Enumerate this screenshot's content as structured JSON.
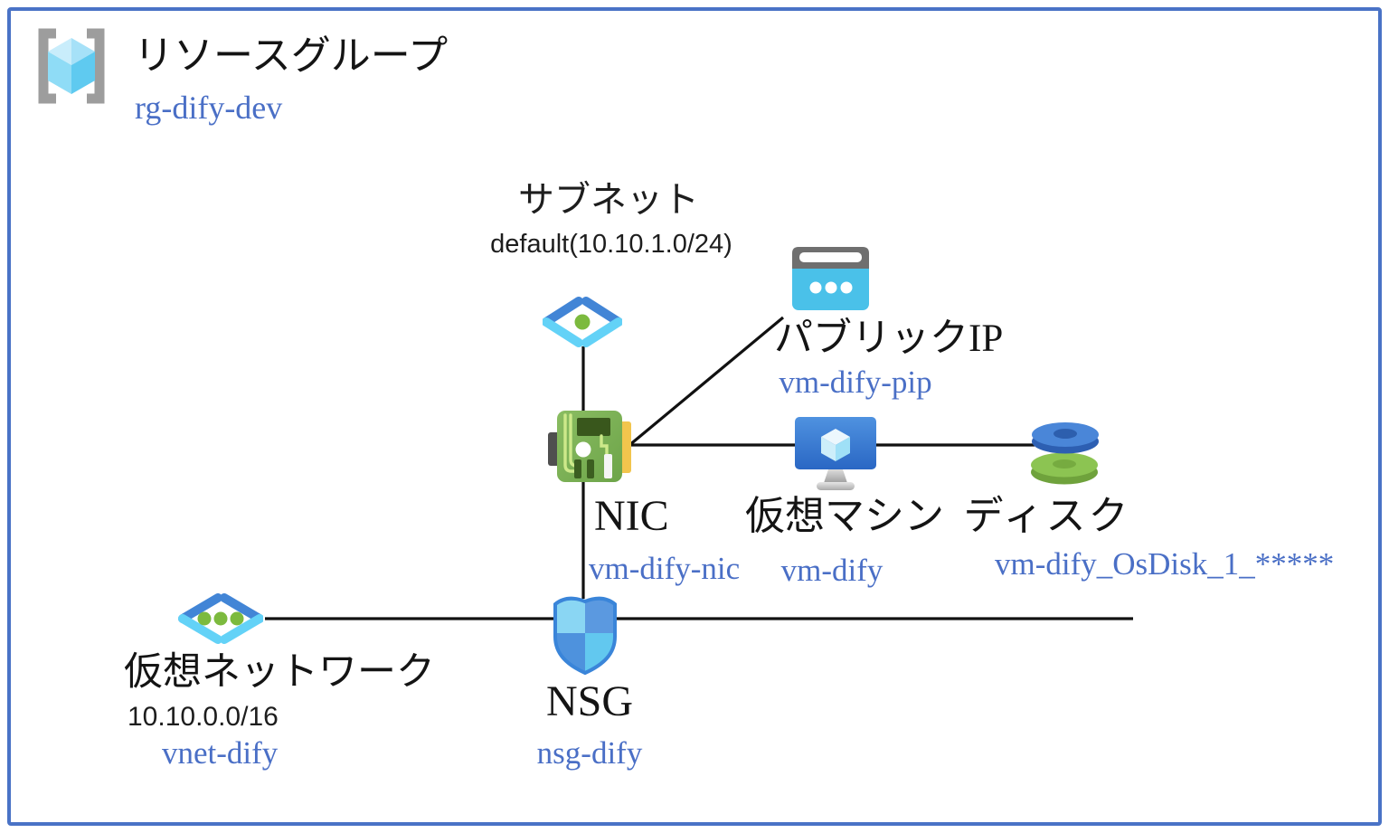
{
  "diagram": {
    "resource_group": {
      "title": "リソースグループ",
      "name": "rg-dify-dev"
    },
    "subnet": {
      "title": "サブネット",
      "detail": "default(10.10.1.0/24)"
    },
    "public_ip": {
      "title": "パブリックIP",
      "name": "vm-dify-pip"
    },
    "nic": {
      "title": "NIC",
      "name": "vm-dify-nic"
    },
    "virtual_machine": {
      "title": "仮想マシン",
      "name": "vm-dify"
    },
    "disk": {
      "title": "ディスク",
      "name": "vm-dify_OsDisk_1_*****"
    },
    "virtual_network": {
      "title": "仮想ネットワーク",
      "detail": "10.10.0.0/16",
      "name": "vnet-dify"
    },
    "nsg": {
      "title": "NSG",
      "name": "nsg-dify"
    }
  },
  "connections": [
    {
      "from": "subnet",
      "to": "nic"
    },
    {
      "from": "nic",
      "to": "nsg"
    },
    {
      "from": "nic",
      "to": "public_ip"
    },
    {
      "from": "nic",
      "to": "virtual_machine"
    },
    {
      "from": "virtual_machine",
      "to": "disk"
    },
    {
      "from": "virtual_network",
      "to": "nsg"
    }
  ],
  "icons": {
    "resource_group": "brackets-cube",
    "subnet": "angle-brackets-green-dot",
    "public_ip": "browser-window-three-dots",
    "nic": "green-circuit-board",
    "virtual_machine": "blue-monitor-cube",
    "disk": "stacked-blue-green-disks",
    "virtual_network": "angle-brackets-three-green-dots",
    "nsg": "blue-quadrant-shield"
  },
  "colors": {
    "frame_border": "#4a73c6",
    "resource_name_blue": "#4a6fc6",
    "label_black": "#141414",
    "connector_black": "#111111"
  }
}
